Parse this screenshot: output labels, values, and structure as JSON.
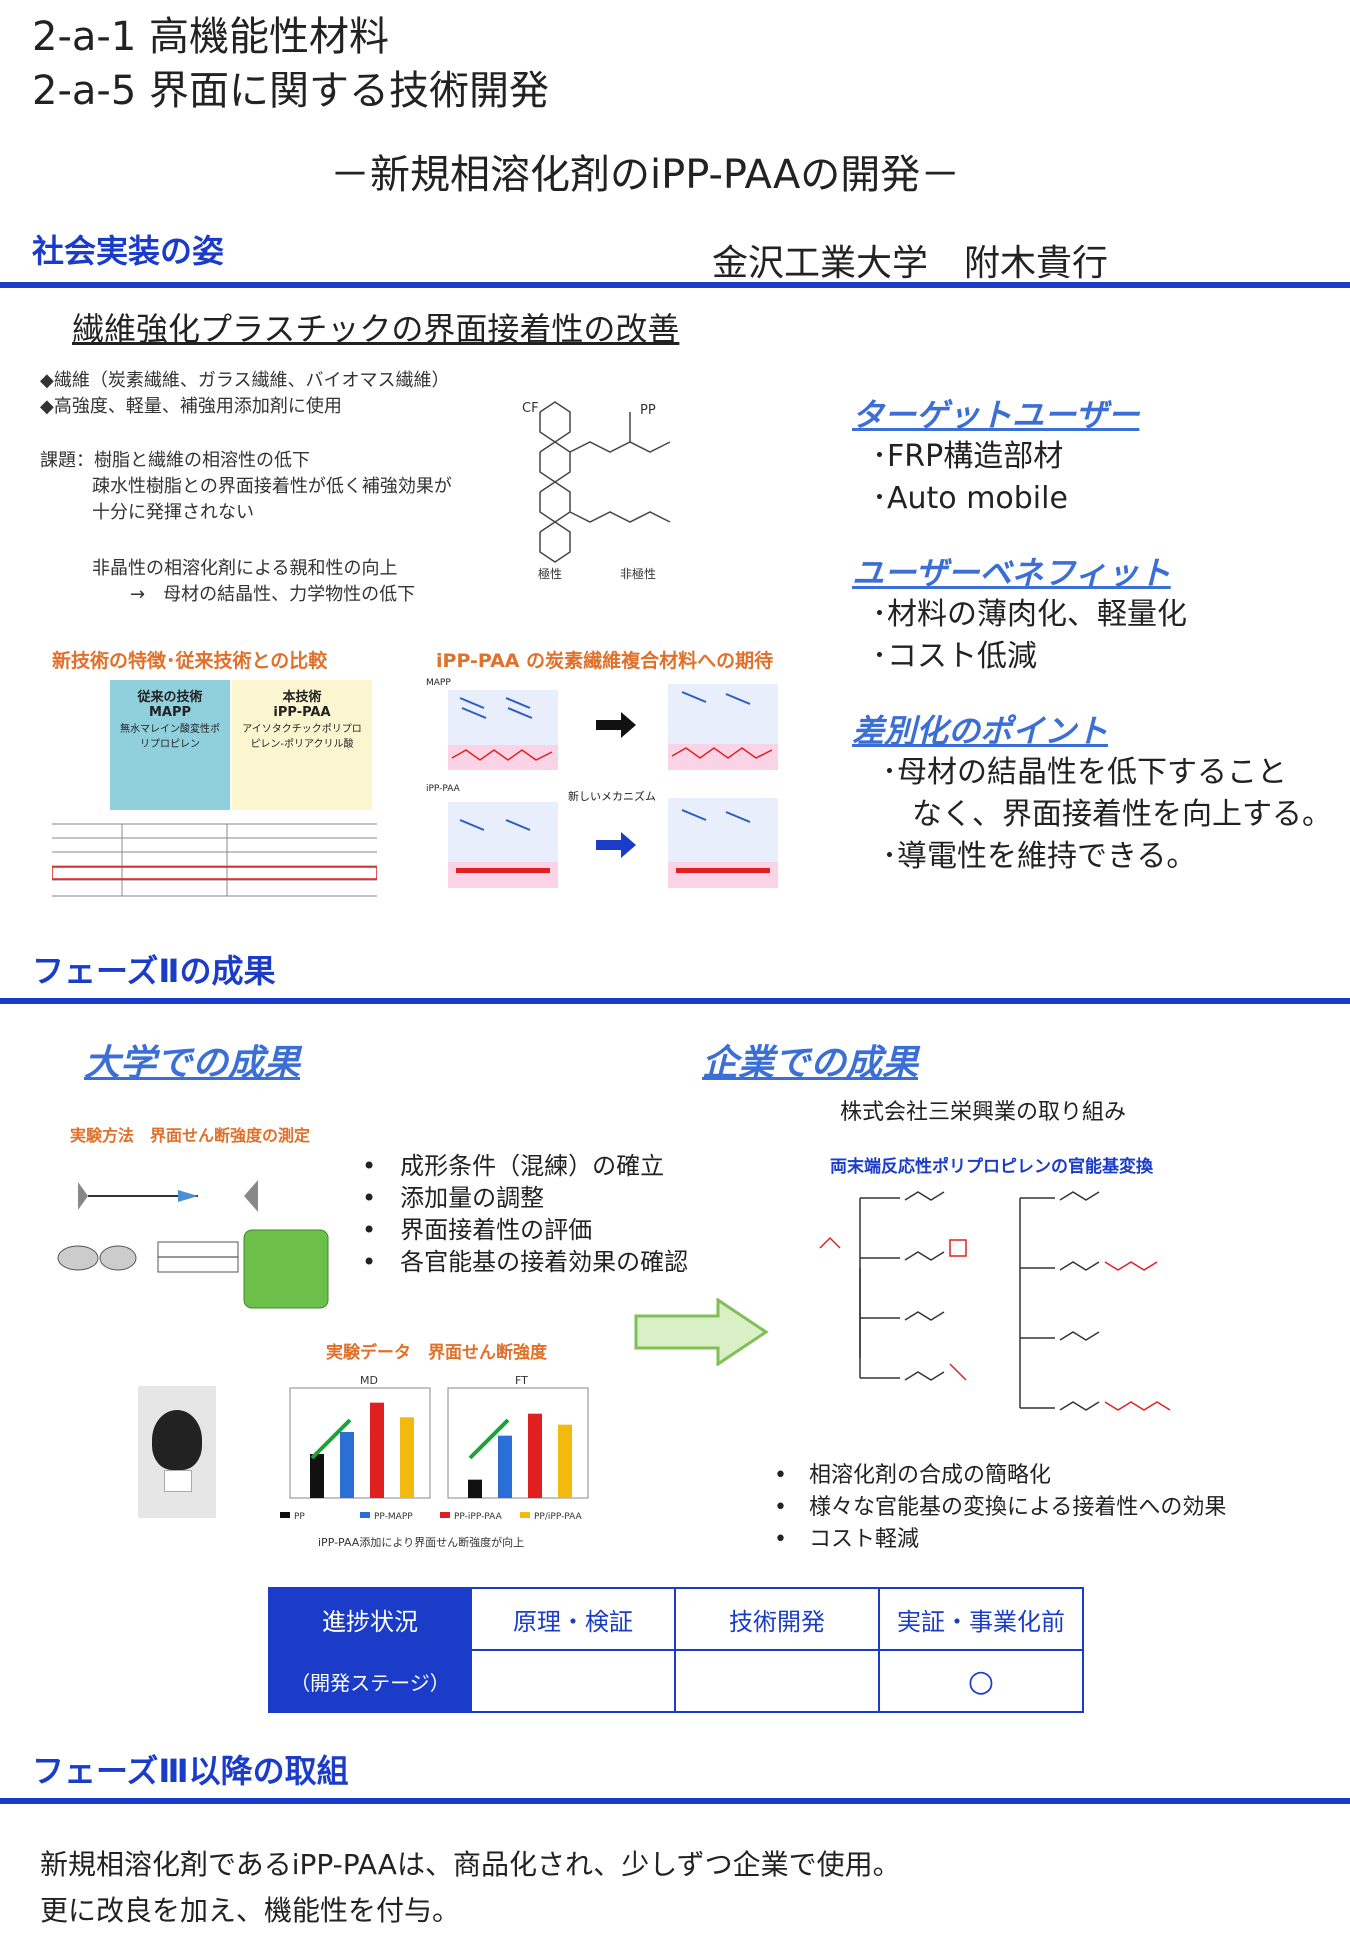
{
  "header": {
    "line1": "2-a-1 高機能性材料",
    "line2": "2-a-5 界面に関する技術開発",
    "subtitle": "－新規相溶化剤のiPP-PAAの開発－"
  },
  "section1": {
    "label": "社会実装の姿",
    "author": "金沢工業大学　附木貴行"
  },
  "left_top": {
    "heading": "繊維強化プラスチックの界面接着性の改善",
    "bullets": [
      "◆繊維（炭素繊維、ガラス繊維、バイオマス繊維）",
      "◆高強度、軽量、補強用添加剤に使用"
    ],
    "issue_lines": [
      "課題：樹脂と繊維の相溶性の低下",
      "疎水性樹脂との界面接着性が低く補強効果が",
      "十分に発揮されない"
    ],
    "note_lines": [
      "非晶性の相溶化剤による親和性の向上",
      "→　母材の結晶性、力学物性の低下"
    ],
    "struct_labels": [
      "CF",
      "PP",
      "極性",
      "非極性"
    ]
  },
  "fig_left": {
    "title": "新技術の特徴･従来技術との比較",
    "col1": "従来の技術",
    "col2": "本技術",
    "mapp": "MAPP",
    "mapp_desc": "無水マレイン酸変性ポリプロピレン",
    "ipp": "iPP-PAA",
    "ipp_desc": "アイソタクチックポリプロピレン-ポリアクリル酸"
  },
  "fig_right": {
    "title": "iPP-PAA の炭素繊維複合材料への期待",
    "label_mapp": "MAPP",
    "label_ipp": "iPP-PAA",
    "caption": "新しいメカニズム"
  },
  "sidebar": [
    {
      "head": "ターゲットユーザー",
      "items": [
        "･FRP構造部材",
        "･Auto mobile"
      ]
    },
    {
      "head": "ユーザーベネフィット",
      "items": [
        "･材料の薄肉化、軽量化",
        "･コスト低減"
      ]
    },
    {
      "head": "差別化のポイント",
      "items": [
        "･母材の結晶性を低下すること",
        "　なく、界面接着性を向上する。",
        "･導電性を維持できる。"
      ]
    }
  ],
  "section2": {
    "label": "フェーズⅡの成果"
  },
  "univ": {
    "head": "大学での成果",
    "fig_title": "実験方法　界面せん断強度の測定",
    "bullets": [
      "成形条件（混練）の確立",
      "添加量の調整",
      "界面接着性の評価",
      "各官能基の接着効果の確認"
    ],
    "chart_title": "実験データ　界面せん断強度",
    "chart_caption": "iPP-PAA添加により界面せん断強度が向上"
  },
  "company": {
    "head": "企業での成果",
    "sub": "株式会社三栄興業の取り組み",
    "fig_title": "両末端反応性ポリプロピレンの官能基変換",
    "bullets": [
      "相溶化剤の合成の簡略化",
      "様々な官能基の変換による接着性への効果",
      "コスト軽減"
    ]
  },
  "chart_data": [
    {
      "type": "bar",
      "title": "MD",
      "categories": [
        "PP",
        "PP-MAPP",
        "PP-iPP-PAA",
        "PP/iPP-PAA"
      ],
      "values": [
        12,
        18,
        26,
        22
      ],
      "ylim": [
        0,
        30
      ]
    },
    {
      "type": "bar",
      "title": "FT",
      "categories": [
        "PP",
        "PP-MAPP",
        "PP-iPP-PAA",
        "PP/iPP-PAA"
      ],
      "values": [
        5,
        17,
        23,
        20
      ],
      "ylim": [
        0,
        30
      ]
    }
  ],
  "legend": [
    "PP",
    "PP-MAPP",
    "PP-iPP-PAA",
    "PP/iPP-PAA"
  ],
  "colors": {
    "accent": "#1a3cc8",
    "bars": [
      "#111111",
      "#2a6fd6",
      "#e02020",
      "#f2b90f"
    ]
  },
  "progress": {
    "head1": "進捗状況",
    "head2": "（開発ステージ）",
    "stages": [
      "原理・検証",
      "技術開発",
      "実証・事業化前"
    ],
    "marks": [
      "",
      "",
      "○"
    ]
  },
  "section3": {
    "label": "フェーズⅢ以降の取組"
  },
  "footer": {
    "line1": "新規相溶化剤であるiPP-PAAは、商品化され、少しずつ企業で使用。",
    "line2": "更に改良を加え、機能性を付与。"
  }
}
